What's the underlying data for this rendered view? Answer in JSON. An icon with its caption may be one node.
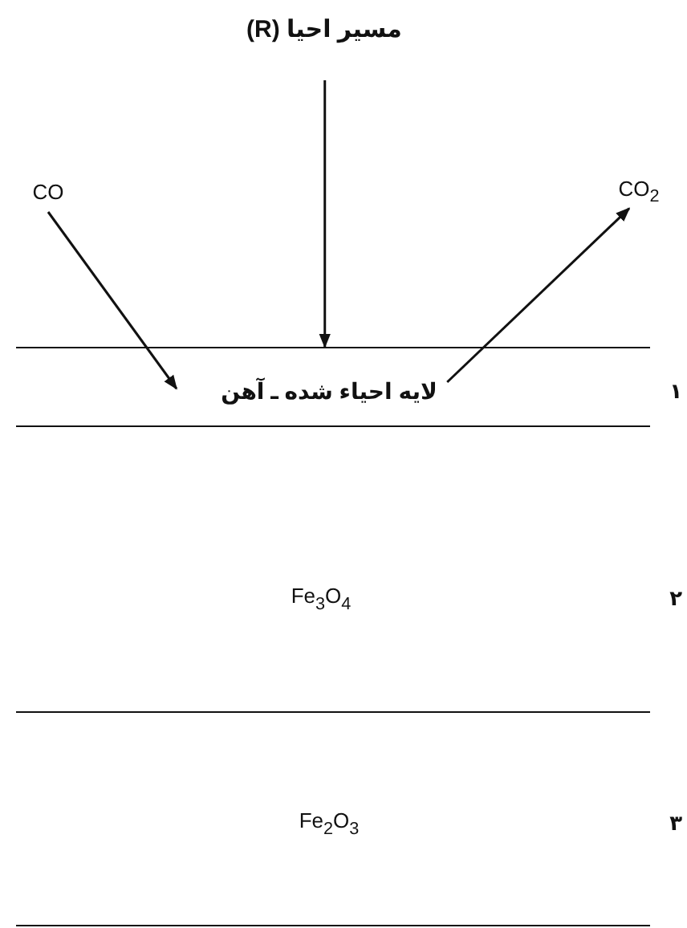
{
  "diagram": {
    "nodes": [
      {
        "text": [
          "مسیر احیا (**R**)"
        ]
      },
      {
        "text": [
          "CO"
        ]
      },
      {
        "text": [
          "CO$_{2}$"
        ]
      },
      {
        "text": [
          "لایه احیاء شده ـ آهن"
        ],
        "beside": [
          "۱"
        ]
      },
      {
        "text": [
          "Fe$_{3}$O$_{4}$"
        ],
        "beside": [
          "۲"
        ]
      },
      {
        "text": [
          "Fe$_{2}$O$_{3}$"
        ],
        "beside": [
          "۳"
        ]
      }
    ],
    "edges": [
      {
        "from": 0,
        "to": 3,
        "arrow": "to"
      },
      {
        "from": 1,
        "to": 3,
        "arrow": "to"
      },
      {
        "from": 3,
        "to": 2,
        "arrow": "to"
      }
    ]
  }
}
